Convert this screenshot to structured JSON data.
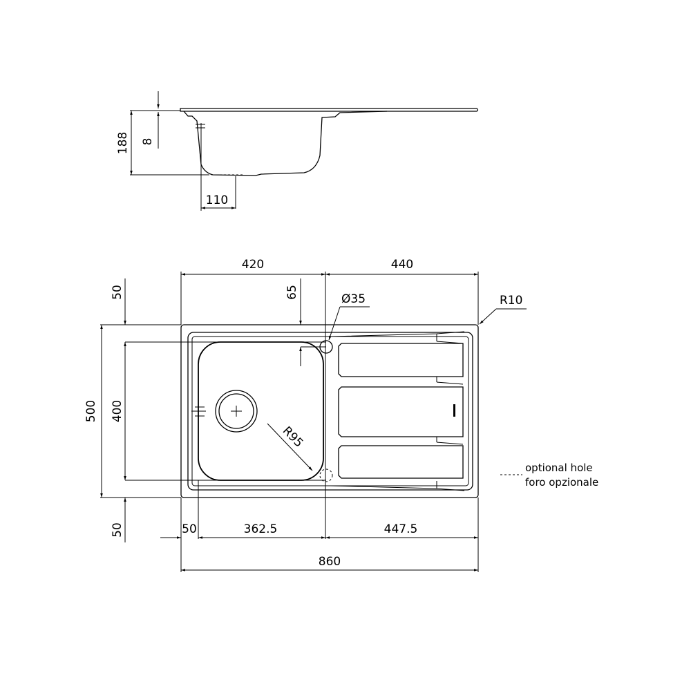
{
  "drawing": {
    "type": "technical-drawing",
    "subject": "single-bowl kitchen sink with drainer",
    "line_color": "#000000",
    "background": "#ffffff"
  },
  "side_view": {
    "dims": {
      "height_total": "188",
      "rim_thickness": "8",
      "drain_offset": "110"
    }
  },
  "top_view": {
    "dims": {
      "bowl_width": "420",
      "drainer_width": "440",
      "tap_hole_offset": "65",
      "tap_hole_diameter": "Ø35",
      "corner_radius": "R10",
      "bowl_radius": "R95",
      "overall_depth": "500",
      "bowl_depth": "400",
      "top_margin": "50",
      "bottom_margin": "50",
      "left_margin": "50",
      "bowl_to_hole": "362.5",
      "hole_to_edge": "447.5",
      "overall_width": "860"
    }
  },
  "legend": {
    "symbol": "----",
    "line1": "optional hole",
    "line2": "foro opzionale"
  }
}
